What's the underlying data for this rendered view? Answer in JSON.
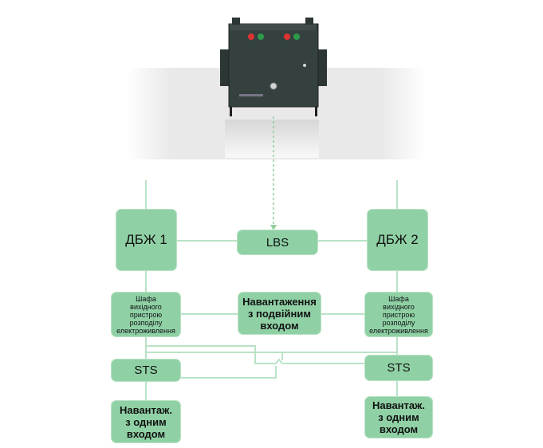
{
  "nodes": {
    "ups1": "ДБЖ 1",
    "ups2": "ДБЖ 2",
    "lbs": "LBS",
    "cabinet_left": "Шафа\nвихідного\nпристрою\nрозподілу\nелектроживлення",
    "cabinet_right": "Шафа\nвихідного\nпристрою\nрозподілу\nелектроживлення",
    "dual_load": "Навантаження\nз подвійним\nвходом",
    "sts_left": "STS",
    "sts_right": "STS",
    "single_load_left": "Навантаж.\nз одним\nвходом",
    "single_load_right": "Навантаж.\nз одним\nвходом"
  },
  "colors": {
    "box_fill": "#8fd1a5",
    "line": "#b9e3c6",
    "cabinet": "#34413f"
  }
}
